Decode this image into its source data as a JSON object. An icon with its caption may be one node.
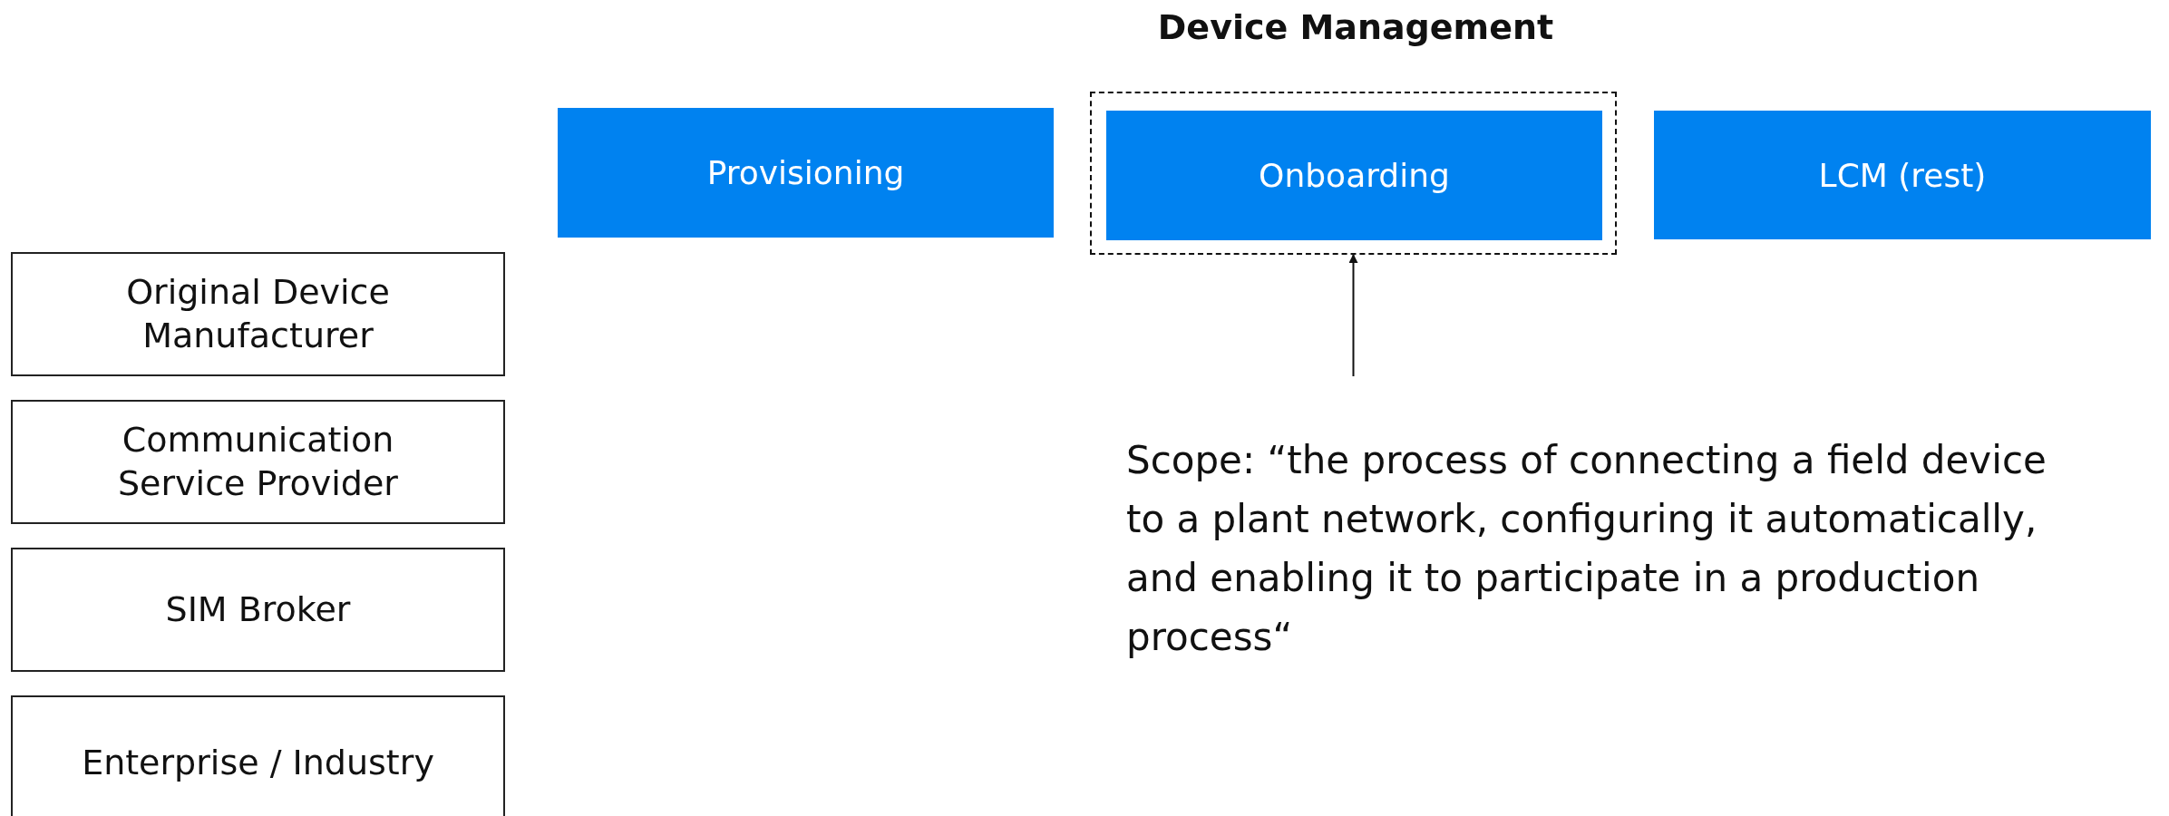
{
  "diagram": {
    "title": "Device Management",
    "nodes": [
      {
        "text": [
          "Provisioning"
        ]
      },
      {
        "text": [],
        "shape": "box"
      },
      {
        "text": [
          "Onboarding"
        ],
        "in": 1
      },
      {
        "text": [
          "LCM (rest)"
        ]
      },
      {
        "text": [
          "Original Device Manufacturer"
        ]
      },
      {
        "text": [
          "Communication Service Provider"
        ]
      },
      {
        "text": [
          "SIM Broker"
        ]
      },
      {
        "text": [
          "Enterprise / Industry"
        ]
      },
      {
        "text": [
          "Scope: “the process of connecting a field device to a plant network, configuring it automatically, and enabling it to participate in a production process“"
        ]
      }
    ],
    "edges": [
      {
        "from": 8,
        "to": 1,
        "arrow": "to"
      }
    ]
  }
}
